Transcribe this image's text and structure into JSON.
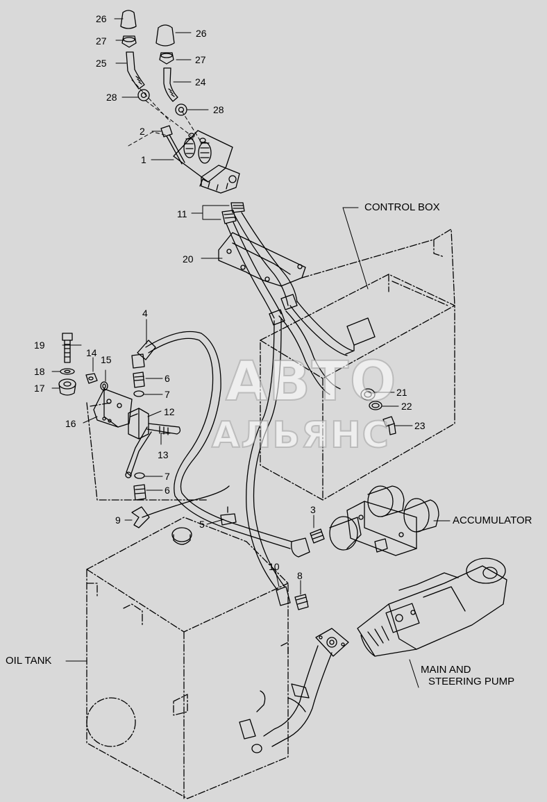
{
  "callouts": {
    "c26a": "26",
    "c27a": "27",
    "c25": "25",
    "c28a": "28",
    "c2": "2",
    "c1": "1",
    "c26b": "26",
    "c27b": "27",
    "c24": "24",
    "c28b": "28",
    "c11": "11",
    "c20": "20",
    "c4": "4",
    "c19": "19",
    "c14": "14",
    "c15": "15",
    "c18": "18",
    "c17": "17",
    "c6a": "6",
    "c7a": "7",
    "c16": "16",
    "c12": "12",
    "c13": "13",
    "c7b": "7",
    "c6b": "6",
    "c9": "9",
    "c5": "5",
    "c3": "3",
    "c10": "10",
    "c8": "8",
    "c21": "21",
    "c22": "22",
    "c23": "23"
  },
  "labels": {
    "control_box": "CONTROL BOX",
    "accumulator": "ACCUMULATOR",
    "oil_tank": "OIL TANK",
    "pump_line1": "MAIN AND",
    "pump_line2": "STEERING PUMP"
  },
  "watermark": {
    "line1": "АВТО",
    "line2": "АЛЬЯНС"
  }
}
